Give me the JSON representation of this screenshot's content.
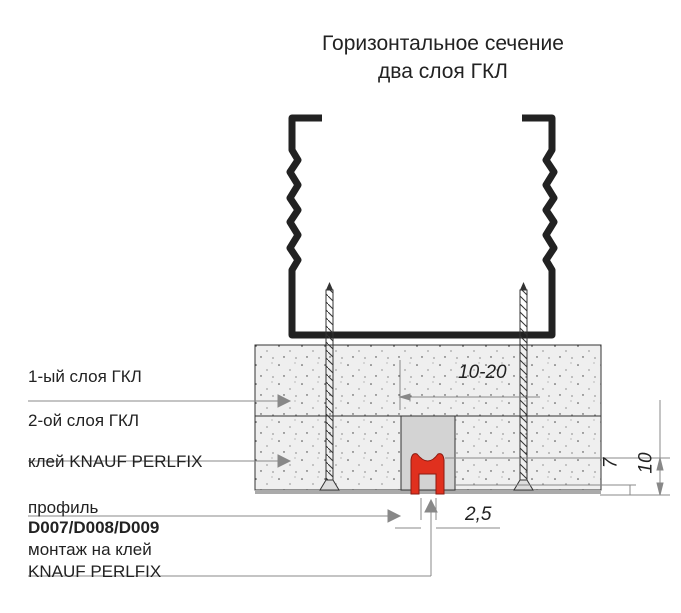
{
  "title": {
    "line1": "Горизонтальное сечение",
    "line2": "два слоя ГКЛ"
  },
  "labels": {
    "layer1": "1-ый слоя ГКЛ",
    "layer2": "2-ой  слоя ГКЛ",
    "glue": "клей KNAUF PERLFIX",
    "profile": "профиль",
    "profile_codes": "D007/D008/D009",
    "mount1": "монтаж на клей",
    "mount2": "KNAUF PERLFIX"
  },
  "dimensions": {
    "gap": "10-20",
    "d7": "7",
    "d10": "10",
    "width": "2,5"
  },
  "colors": {
    "profile": "#e0301e",
    "board": "#ececec",
    "groove": "#d3d3d3"
  }
}
